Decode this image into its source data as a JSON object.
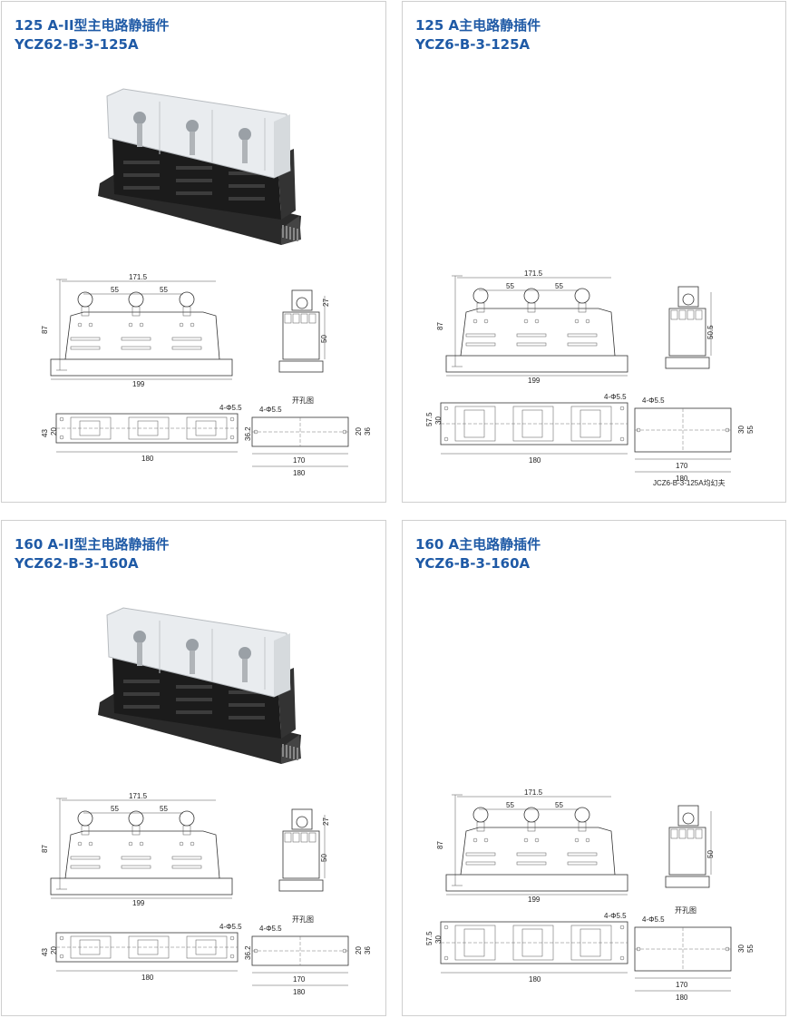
{
  "panels": [
    {
      "title": "125 A-II型主电路静插件",
      "model": "YCZ62-B-3-125A",
      "type": "II",
      "dims": {
        "front_top": "171.5",
        "pitch_a": "55",
        "pitch_b": "55",
        "height": "87",
        "base": "199",
        "side_top": "27",
        "side_height": "50",
        "bottom_holes": "4-Φ5.5",
        "bottom_h1": "43",
        "bottom_h2": "20",
        "bottom_pitch": "36.2",
        "bottom_len": "180",
        "cut_label": "开孔图",
        "cut_holes": "4-Φ5.5",
        "cut_h1": "20",
        "cut_h2": "36",
        "cut_inner": "170",
        "cut_outer": "180"
      },
      "note": ""
    },
    {
      "title": "125 A主电路静插件",
      "model": "YCZ6-B-3-125A",
      "type": "std",
      "dims": {
        "front_top": "171.5",
        "pitch_a": "55",
        "pitch_b": "55",
        "height": "87",
        "base": "199",
        "side_top": "",
        "side_height": "50.5",
        "bottom_holes": "4-Φ5.5",
        "bottom_h1": "57.5",
        "bottom_h2": "30",
        "bottom_pitch": "",
        "bottom_len": "180",
        "cut_label": "",
        "cut_holes": "4-Φ5.5",
        "cut_h1": "30",
        "cut_h2": "55",
        "cut_inner": "170",
        "cut_outer": "180"
      },
      "note": "JCZ6-B-3-125A均幻夫"
    },
    {
      "title": "160 A-II型主电路静插件",
      "model": "YCZ62-B-3-160A",
      "type": "II",
      "dims": {
        "front_top": "171.5",
        "pitch_a": "55",
        "pitch_b": "55",
        "height": "87",
        "base": "199",
        "side_top": "27",
        "side_height": "50",
        "bottom_holes": "4-Φ5.5",
        "bottom_h1": "43",
        "bottom_h2": "20",
        "bottom_pitch": "36.2",
        "bottom_len": "180",
        "cut_label": "开孔图",
        "cut_holes": "4-Φ5.5",
        "cut_h1": "20",
        "cut_h2": "36",
        "cut_inner": "170",
        "cut_outer": "180"
      },
      "note": ""
    },
    {
      "title": "160 A主电路静插件",
      "model": "YCZ6-B-3-160A",
      "type": "std",
      "dims": {
        "front_top": "171.5",
        "pitch_a": "55",
        "pitch_b": "55",
        "height": "87",
        "base": "199",
        "side_top": "",
        "side_height": "50",
        "bottom_holes": "4-Φ5.5",
        "bottom_h1": "57.5",
        "bottom_h2": "30",
        "bottom_pitch": "",
        "bottom_len": "180",
        "cut_label": "开孔图",
        "cut_holes": "4-Φ5.5",
        "cut_h1": "30",
        "cut_h2": "55",
        "cut_inner": "170",
        "cut_outer": "180"
      },
      "note": ""
    }
  ]
}
